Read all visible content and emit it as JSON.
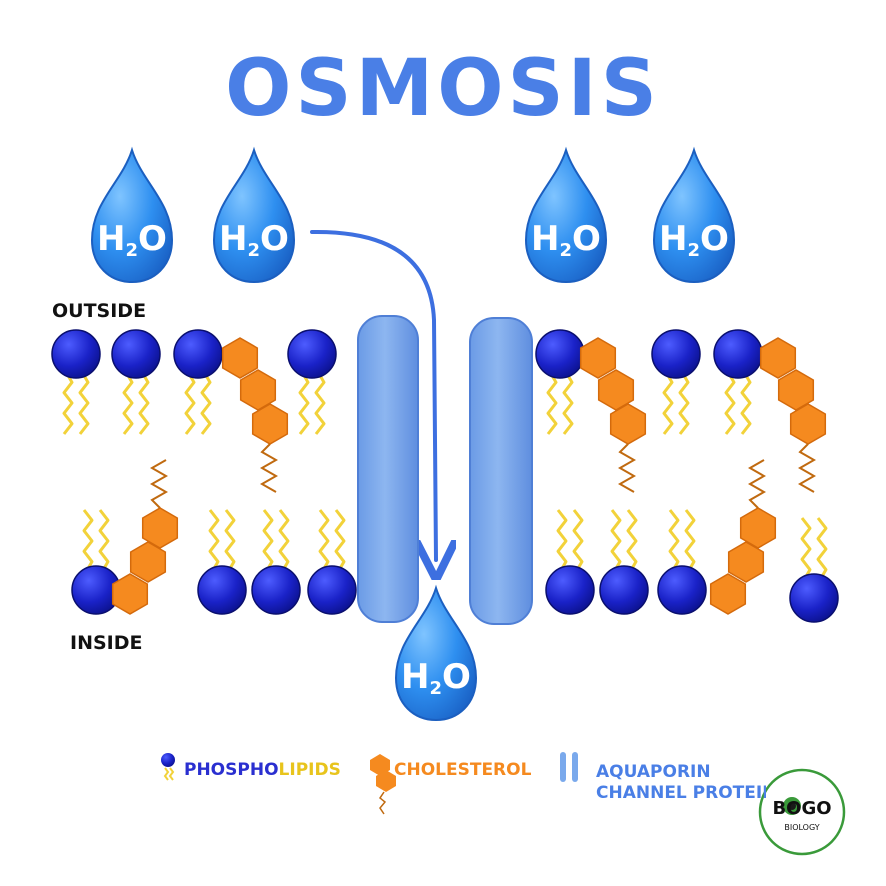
{
  "title": "OSMOSIS",
  "labels": {
    "outside": "OUTSIDE",
    "inside": "INSIDE"
  },
  "molecule": {
    "text": "H",
    "subscript": "2",
    "suffix": "O"
  },
  "legend": {
    "phospholipids_part1": "PHOSPHO",
    "phospholipids_part2": "LIPIDS",
    "cholesterol": "CHOLESTEROL",
    "aquaporin_line1": "AQUAPORIN",
    "aquaporin_line2": "CHANNEL PROTEIN"
  },
  "logo": {
    "line1": "BOGO",
    "line2": "BIOLOGY"
  },
  "colors": {
    "title": "#4a7fe6",
    "water": "#2e8ff0",
    "head": "#1a22c8",
    "tail": "#f2d23a",
    "cholesterol": "#f58a1f",
    "aquaporin": "#7aa9ec",
    "logo_ring": "#3a9a3a"
  }
}
